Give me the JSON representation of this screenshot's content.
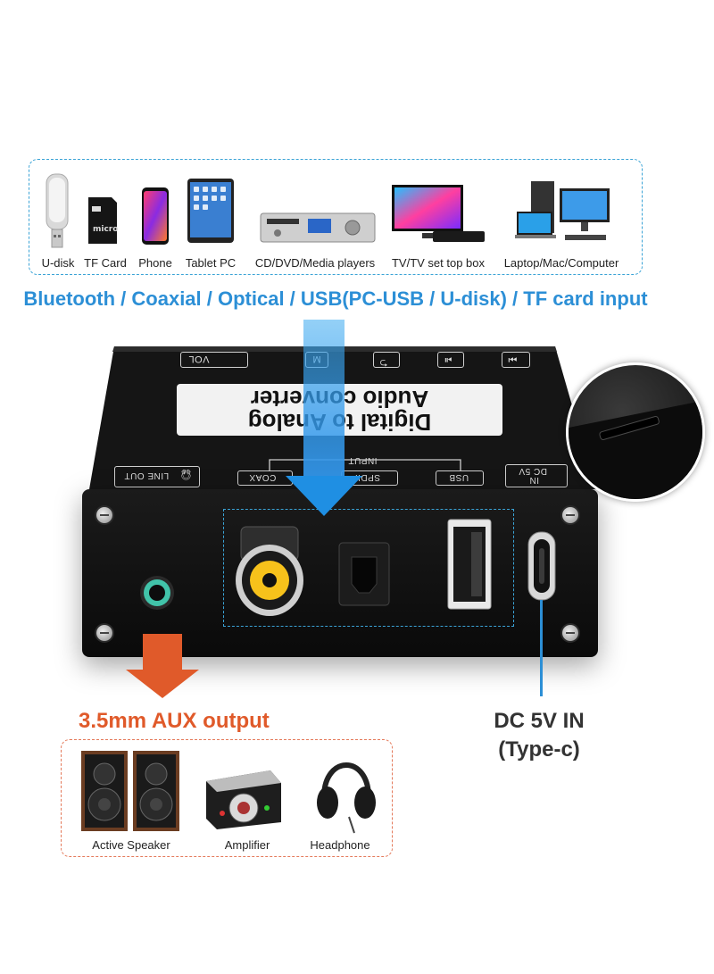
{
  "input_devices": [
    {
      "name": "udisk",
      "label": "U-disk"
    },
    {
      "name": "tf-card",
      "label": "TF Card"
    },
    {
      "name": "phone",
      "label": "Phone"
    },
    {
      "name": "tablet-pc",
      "label": "Tablet PC"
    },
    {
      "name": "media-player",
      "label": "CD/DVD/Media players"
    },
    {
      "name": "tv-box",
      "label": "TV/TV set top box"
    },
    {
      "name": "computer",
      "label": "Laptop/Mac/Computer"
    }
  ],
  "input_headline": "Bluetooth / Coaxial / Optical / USB(PC-USB / U-disk) / TF card input",
  "device": {
    "title_line1": "Digital to Analog",
    "title_line2": "Audio converter",
    "top_buttons": [
      "VOL",
      "M"
    ],
    "port_labels": {
      "line_out": "LINE OUT",
      "input": "INPUT",
      "coax": "COAX",
      "spdif": "SPDIF",
      "usb": "USB",
      "dc5v": "DC 5V",
      "dc_in": "IN"
    }
  },
  "output_headline": "3.5mm AUX output",
  "output_devices": [
    {
      "name": "active-speaker",
      "label": "Active Speaker"
    },
    {
      "name": "amplifier",
      "label": "Amplifier"
    },
    {
      "name": "headphone",
      "label": "Headphone"
    }
  ],
  "dc_label_line1": "DC 5V IN",
  "dc_label_line2": "(Type-c)",
  "colors": {
    "input_accent": "#2c8fd6",
    "output_accent": "#e05a2a"
  }
}
